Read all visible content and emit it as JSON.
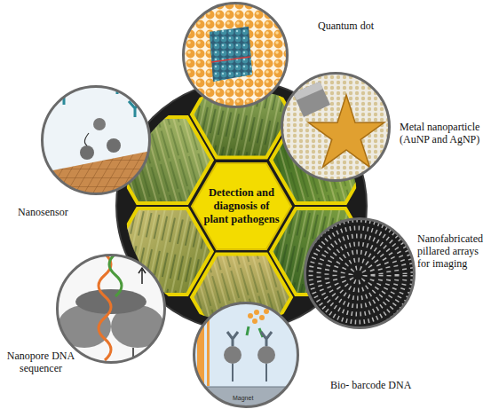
{
  "diagram": {
    "nodes": [
      {
        "text": [
          "Quantum dot"
        ]
      },
      {
        "text": [
          "Nanosensor"
        ]
      },
      {
        "text": [
          "Metal nanoparticle (AuNP and AgNP)"
        ]
      },
      {
        "text": [
          "Detection and diagnosis of plant pathogens"
        ]
      },
      {
        "text": [
          "Nanofabricated pillared arrays for imaging"
        ]
      },
      {
        "text": [
          "Nanopore DNA sequencer"
        ]
      },
      {
        "text": [
          "Bio- barcode DNA"
        ]
      }
    ],
    "labels": [
      "Magnet"
    ]
  }
}
